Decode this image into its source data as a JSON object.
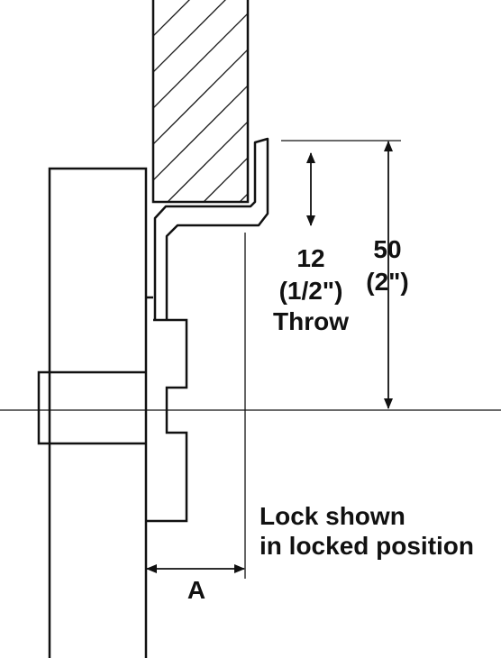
{
  "labels": {
    "throw_value": "12",
    "throw_imperial": "(1/2\")",
    "throw_word": "Throw",
    "height_value": "50",
    "height_imperial": "(2\")",
    "lock_line1": "Lock shown",
    "lock_line2": "in locked position",
    "dimension_a": "A"
  },
  "colors": {
    "ink": "#111111",
    "background": "#ffffff"
  }
}
